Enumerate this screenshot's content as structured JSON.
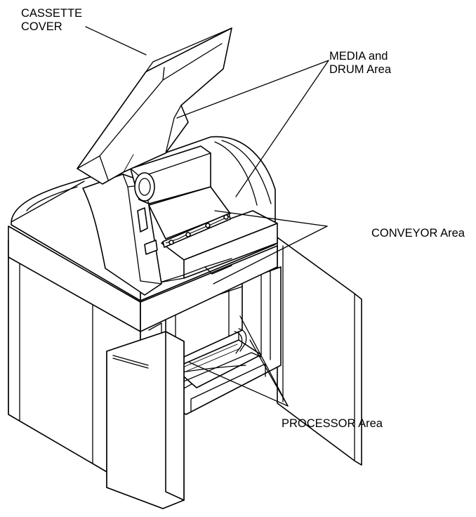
{
  "labels": {
    "cassette_cover": [
      "CASSETTE",
      "COVER"
    ],
    "media_drum": [
      "MEDIA and",
      "DRUM Area"
    ],
    "conveyor": "CONVEYOR Area",
    "processor": "PROCESSOR Area"
  }
}
